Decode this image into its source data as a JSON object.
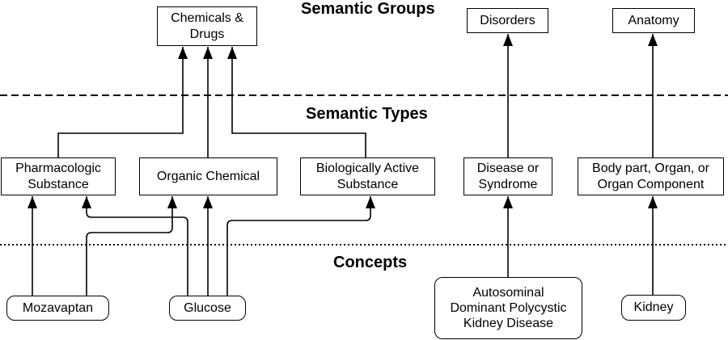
{
  "diagram": {
    "layer_titles": {
      "groups": "Semantic Groups",
      "types": "Semantic Types",
      "concepts": "Concepts"
    },
    "nodes": {
      "chemicals_drugs": {
        "layer": "semantic-group",
        "label": "Chemicals & Drugs",
        "lines": [
          "Chemicals &",
          "Drugs"
        ]
      },
      "disorders": {
        "layer": "semantic-group",
        "label": "Disorders"
      },
      "anatomy": {
        "layer": "semantic-group",
        "label": "Anatomy"
      },
      "pharmacologic_substance": {
        "layer": "semantic-type",
        "label": "Pharmacologic Substance",
        "lines": [
          "Pharmacologic",
          "Substance"
        ]
      },
      "organic_chemical": {
        "layer": "semantic-type",
        "label": "Organic Chemical"
      },
      "biologically_active_substance": {
        "layer": "semantic-type",
        "label": "Biologically Active Substance",
        "lines": [
          "Biologically Active",
          "Substance"
        ]
      },
      "disease_or_syndrome": {
        "layer": "semantic-type",
        "label": "Disease or Syndrome",
        "lines": [
          "Disease or",
          "Syndrome"
        ]
      },
      "body_part": {
        "layer": "semantic-type",
        "label": "Body part, Organ, or Organ Component",
        "lines": [
          "Body part, Organ, or",
          "Organ Component"
        ]
      },
      "mozavaptan": {
        "layer": "concept",
        "label": "Mozavaptan"
      },
      "glucose": {
        "layer": "concept",
        "label": "Glucose"
      },
      "adpkd": {
        "layer": "concept",
        "label": "Autosominal Dominant Polycystic Kidney Disease",
        "lines": [
          "Autosominal",
          "Dominant Polycystic",
          "Kidney Disease"
        ]
      },
      "kidney": {
        "layer": "concept",
        "label": "Kidney"
      }
    },
    "edges": [
      {
        "from": "Pharmacologic Substance",
        "to": "Chemicals & Drugs"
      },
      {
        "from": "Organic Chemical",
        "to": "Chemicals & Drugs"
      },
      {
        "from": "Biologically Active Substance",
        "to": "Chemicals & Drugs"
      },
      {
        "from": "Disease or Syndrome",
        "to": "Disorders"
      },
      {
        "from": "Body part, Organ, or Organ Component",
        "to": "Anatomy"
      },
      {
        "from": "Mozavaptan",
        "to": "Pharmacologic Substance"
      },
      {
        "from": "Mozavaptan",
        "to": "Organic Chemical"
      },
      {
        "from": "Glucose",
        "to": "Pharmacologic Substance"
      },
      {
        "from": "Glucose",
        "to": "Organic Chemical"
      },
      {
        "from": "Glucose",
        "to": "Biologically Active Substance"
      },
      {
        "from": "Autosominal Dominant Polycystic Kidney Disease",
        "to": "Disease or Syndrome"
      },
      {
        "from": "Kidney",
        "to": "Body part, Organ, or Organ Component"
      }
    ],
    "colors": {
      "ink": "#000000",
      "background": "#ffffff"
    }
  }
}
